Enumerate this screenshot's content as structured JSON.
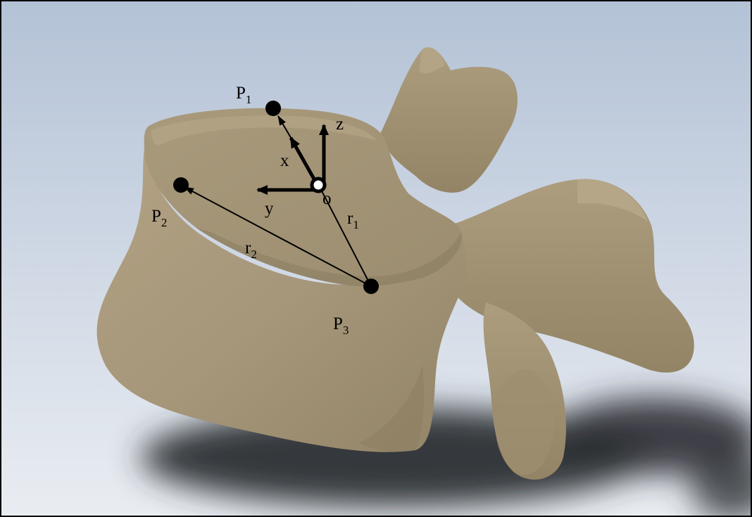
{
  "points": {
    "p1": {
      "letter": "P",
      "sub": "1"
    },
    "p2": {
      "letter": "P",
      "sub": "2"
    },
    "p3": {
      "letter": "P",
      "sub": "3"
    }
  },
  "origin": {
    "label": "o"
  },
  "axes": {
    "x": "x",
    "y": "y",
    "z": "z"
  },
  "vectors": {
    "r1": {
      "letter": "r",
      "sub": "1"
    },
    "r2": {
      "letter": "r",
      "sub": "2"
    }
  },
  "colors": {
    "bone": "#a8987a",
    "bone_shadow": "#8a7c60",
    "background_top": "#b9c7da",
    "background_bottom": "#e6ebf0",
    "cast_shadow": "#2e3036",
    "ink": "#000000"
  }
}
